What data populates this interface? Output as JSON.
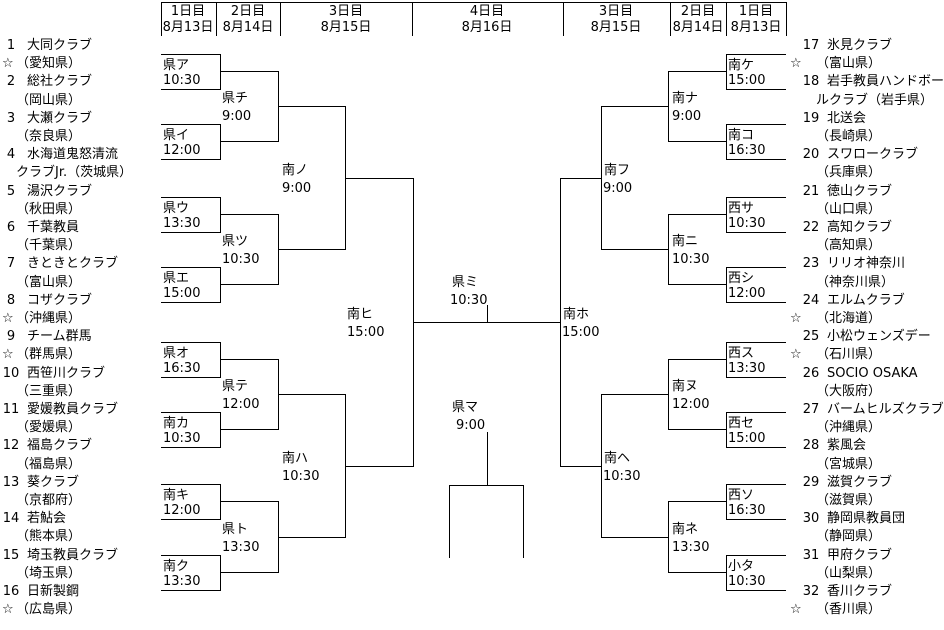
{
  "colors": {
    "line": "#000000",
    "background": "#ffffff",
    "text": "#000000"
  },
  "headers": [
    {
      "day": "1日目",
      "date": "8月13日"
    },
    {
      "day": "2日目",
      "date": "8月14日"
    },
    {
      "day": "3日目",
      "date": "8月15日"
    },
    {
      "day": "4日目",
      "date": "8月16日"
    },
    {
      "day": "3日目",
      "date": "8月15日"
    },
    {
      "day": "2日目",
      "date": "8月14日"
    },
    {
      "day": "1日目",
      "date": "8月13日"
    }
  ],
  "left_rows": [
    {
      "star": "",
      "num": "1",
      "text": "大同クラブ"
    },
    {
      "star": "☆",
      "num": "",
      "text": "（愛知県）"
    },
    {
      "star": "",
      "num": "2",
      "text": "総社クラブ"
    },
    {
      "star": "",
      "num": "",
      "text": "（岡山県）"
    },
    {
      "star": "",
      "num": "3",
      "text": "大瀬クラブ"
    },
    {
      "star": "",
      "num": "",
      "text": "（奈良県）"
    },
    {
      "star": "",
      "num": "4",
      "text": "水海道鬼怒清流"
    },
    {
      "star": "",
      "num": "",
      "text": "クラブJr.（茨城県）"
    },
    {
      "star": "",
      "num": "5",
      "text": "湯沢クラブ"
    },
    {
      "star": "",
      "num": "",
      "text": "（秋田県）"
    },
    {
      "star": "",
      "num": "6",
      "text": "千葉教員"
    },
    {
      "star": "",
      "num": "",
      "text": "（千葉県）"
    },
    {
      "star": "",
      "num": "7",
      "text": "きときとクラブ"
    },
    {
      "star": "",
      "num": "",
      "text": "（富山県）"
    },
    {
      "star": "",
      "num": "8",
      "text": "コザクラブ"
    },
    {
      "star": "☆",
      "num": "",
      "text": "（沖縄県）"
    },
    {
      "star": "",
      "num": "9",
      "text": "チーム群馬"
    },
    {
      "star": "☆",
      "num": "",
      "text": "（群馬県）"
    },
    {
      "star": "",
      "num": "10",
      "text": "西笹川クラブ"
    },
    {
      "star": "",
      "num": "",
      "text": "（三重県）"
    },
    {
      "star": "",
      "num": "11",
      "text": "愛媛教員クラブ"
    },
    {
      "star": "",
      "num": "",
      "text": "（愛媛県）"
    },
    {
      "star": "",
      "num": "12",
      "text": "福島クラブ"
    },
    {
      "star": "",
      "num": "",
      "text": "（福島県）"
    },
    {
      "star": "",
      "num": "13",
      "text": "葵クラブ"
    },
    {
      "star": "",
      "num": "",
      "text": "（京都府）"
    },
    {
      "star": "",
      "num": "14",
      "text": "若鮎会"
    },
    {
      "star": "",
      "num": "",
      "text": "（熊本県）"
    },
    {
      "star": "",
      "num": "15",
      "text": "埼玉教員クラブ"
    },
    {
      "star": "",
      "num": "",
      "text": "（埼玉県）"
    },
    {
      "star": "",
      "num": "16",
      "text": "日新製鋼"
    },
    {
      "star": "☆",
      "num": "",
      "text": "（広島県）"
    }
  ],
  "right_rows": [
    {
      "star": "",
      "num": "17",
      "text": "氷見クラブ"
    },
    {
      "star": "☆",
      "num": "",
      "text": "（富山県）"
    },
    {
      "star": "",
      "num": "18",
      "text": "岩手教員ハンドボー"
    },
    {
      "star": "",
      "num": "",
      "text": "ルクラブ（岩手県）"
    },
    {
      "star": "",
      "num": "19",
      "text": "北送会"
    },
    {
      "star": "",
      "num": "",
      "text": "（長崎県）"
    },
    {
      "star": "",
      "num": "20",
      "text": "スワロークラブ"
    },
    {
      "star": "",
      "num": "",
      "text": "（兵庫県）"
    },
    {
      "star": "",
      "num": "21",
      "text": "徳山クラブ"
    },
    {
      "star": "",
      "num": "",
      "text": "（山口県）"
    },
    {
      "star": "",
      "num": "22",
      "text": "高知クラブ"
    },
    {
      "star": "",
      "num": "",
      "text": "（高知県）"
    },
    {
      "star": "",
      "num": "23",
      "text": "リリオ神奈川"
    },
    {
      "star": "",
      "num": "",
      "text": "（神奈川県）"
    },
    {
      "star": "",
      "num": "24",
      "text": "エルムクラブ"
    },
    {
      "star": "☆",
      "num": "",
      "text": "（北海道）"
    },
    {
      "star": "",
      "num": "25",
      "text": "小松ウェンズデー"
    },
    {
      "star": "☆",
      "num": "",
      "text": "（石川県）"
    },
    {
      "star": "",
      "num": "26",
      "text": "SOCIO OSAKA"
    },
    {
      "star": "",
      "num": "",
      "text": "（大阪府）"
    },
    {
      "star": "",
      "num": "27",
      "text": "バームヒルズクラブ"
    },
    {
      "star": "",
      "num": "",
      "text": "（沖縄県）"
    },
    {
      "star": "",
      "num": "28",
      "text": "紫風会"
    },
    {
      "star": "",
      "num": "",
      "text": "（宮城県）"
    },
    {
      "star": "",
      "num": "29",
      "text": "滋賀クラブ"
    },
    {
      "star": "",
      "num": "",
      "text": "（滋賀県）"
    },
    {
      "star": "",
      "num": "30",
      "text": "静岡県教員団"
    },
    {
      "star": "",
      "num": "",
      "text": "（静岡県）"
    },
    {
      "star": "",
      "num": "31",
      "text": "甲府クラブ"
    },
    {
      "star": "",
      "num": "",
      "text": "（山梨県）"
    },
    {
      "star": "",
      "num": "32",
      "text": "香川クラブ"
    },
    {
      "star": "☆",
      "num": "",
      "text": "（香川県）"
    }
  ],
  "matches": {
    "r1_left": [
      {
        "label": "県ア",
        "time": "10:30"
      },
      {
        "label": "県イ",
        "time": "12:00"
      },
      {
        "label": "県ウ",
        "time": "13:30"
      },
      {
        "label": "県エ",
        "time": "15:00"
      },
      {
        "label": "県オ",
        "time": "16:30"
      },
      {
        "label": "南カ",
        "time": "10:30"
      },
      {
        "label": "南キ",
        "time": "12:00"
      },
      {
        "label": "南ク",
        "time": "13:30"
      }
    ],
    "r2_left": [
      {
        "label": "県チ",
        "time": "9:00"
      },
      {
        "label": "県ツ",
        "time": "10:30"
      },
      {
        "label": "県テ",
        "time": "12:00"
      },
      {
        "label": "県ト",
        "time": "13:30"
      }
    ],
    "qf_left": [
      {
        "label": "南ノ",
        "time": "9:00"
      },
      {
        "label": "南ハ",
        "time": "10:30"
      }
    ],
    "sf_left": {
      "label": "南ヒ",
      "time": "15:00"
    },
    "final": {
      "label": "県ミ",
      "time": "10:30"
    },
    "third": {
      "label": "県マ",
      "time": "9:00"
    },
    "sf_right": {
      "label": "南ホ",
      "time": "15:00"
    },
    "qf_right": [
      {
        "label": "南フ",
        "time": "9:00"
      },
      {
        "label": "南ヘ",
        "time": "10:30"
      }
    ],
    "r2_right": [
      {
        "label": "南ナ",
        "time": "9:00"
      },
      {
        "label": "南ニ",
        "time": "10:30"
      },
      {
        "label": "南ヌ",
        "time": "12:00"
      },
      {
        "label": "南ネ",
        "time": "13:30"
      }
    ],
    "r1_right": [
      {
        "label": "南ケ",
        "time": "15:00"
      },
      {
        "label": "南コ",
        "time": "16:30"
      },
      {
        "label": "西サ",
        "time": "10:30"
      },
      {
        "label": "西シ",
        "time": "12:00"
      },
      {
        "label": "西ス",
        "time": "13:30"
      },
      {
        "label": "西セ",
        "time": "15:00"
      },
      {
        "label": "西ソ",
        "time": "16:30"
      },
      {
        "label": "小タ",
        "time": "10:30"
      }
    ]
  }
}
